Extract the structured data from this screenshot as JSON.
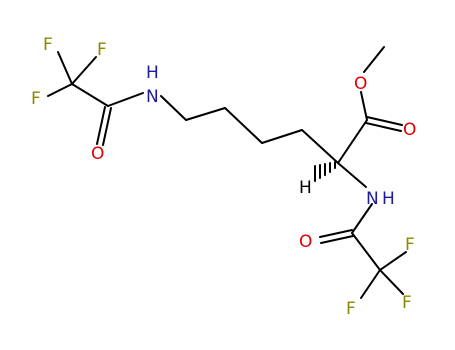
{
  "colors": {
    "bond": "#000000",
    "nitrogen": "#1c1c9a",
    "oxygen": "#e00000",
    "fluorine": "#8a8a00",
    "hydrogen": "#000000"
  },
  "atoms": {
    "f_top1": "F",
    "f_top2": "F",
    "f_top3": "F",
    "o_top": "O",
    "n_top": "N",
    "h_top": "H",
    "o_ester_single": "O",
    "o_ester_double": "O",
    "h_stereo": "H",
    "n_bottom": "N",
    "h_bottom": "H",
    "o_bottom": "O",
    "f_bot1": "F",
    "f_bot2": "F",
    "f_bot3": "F"
  }
}
